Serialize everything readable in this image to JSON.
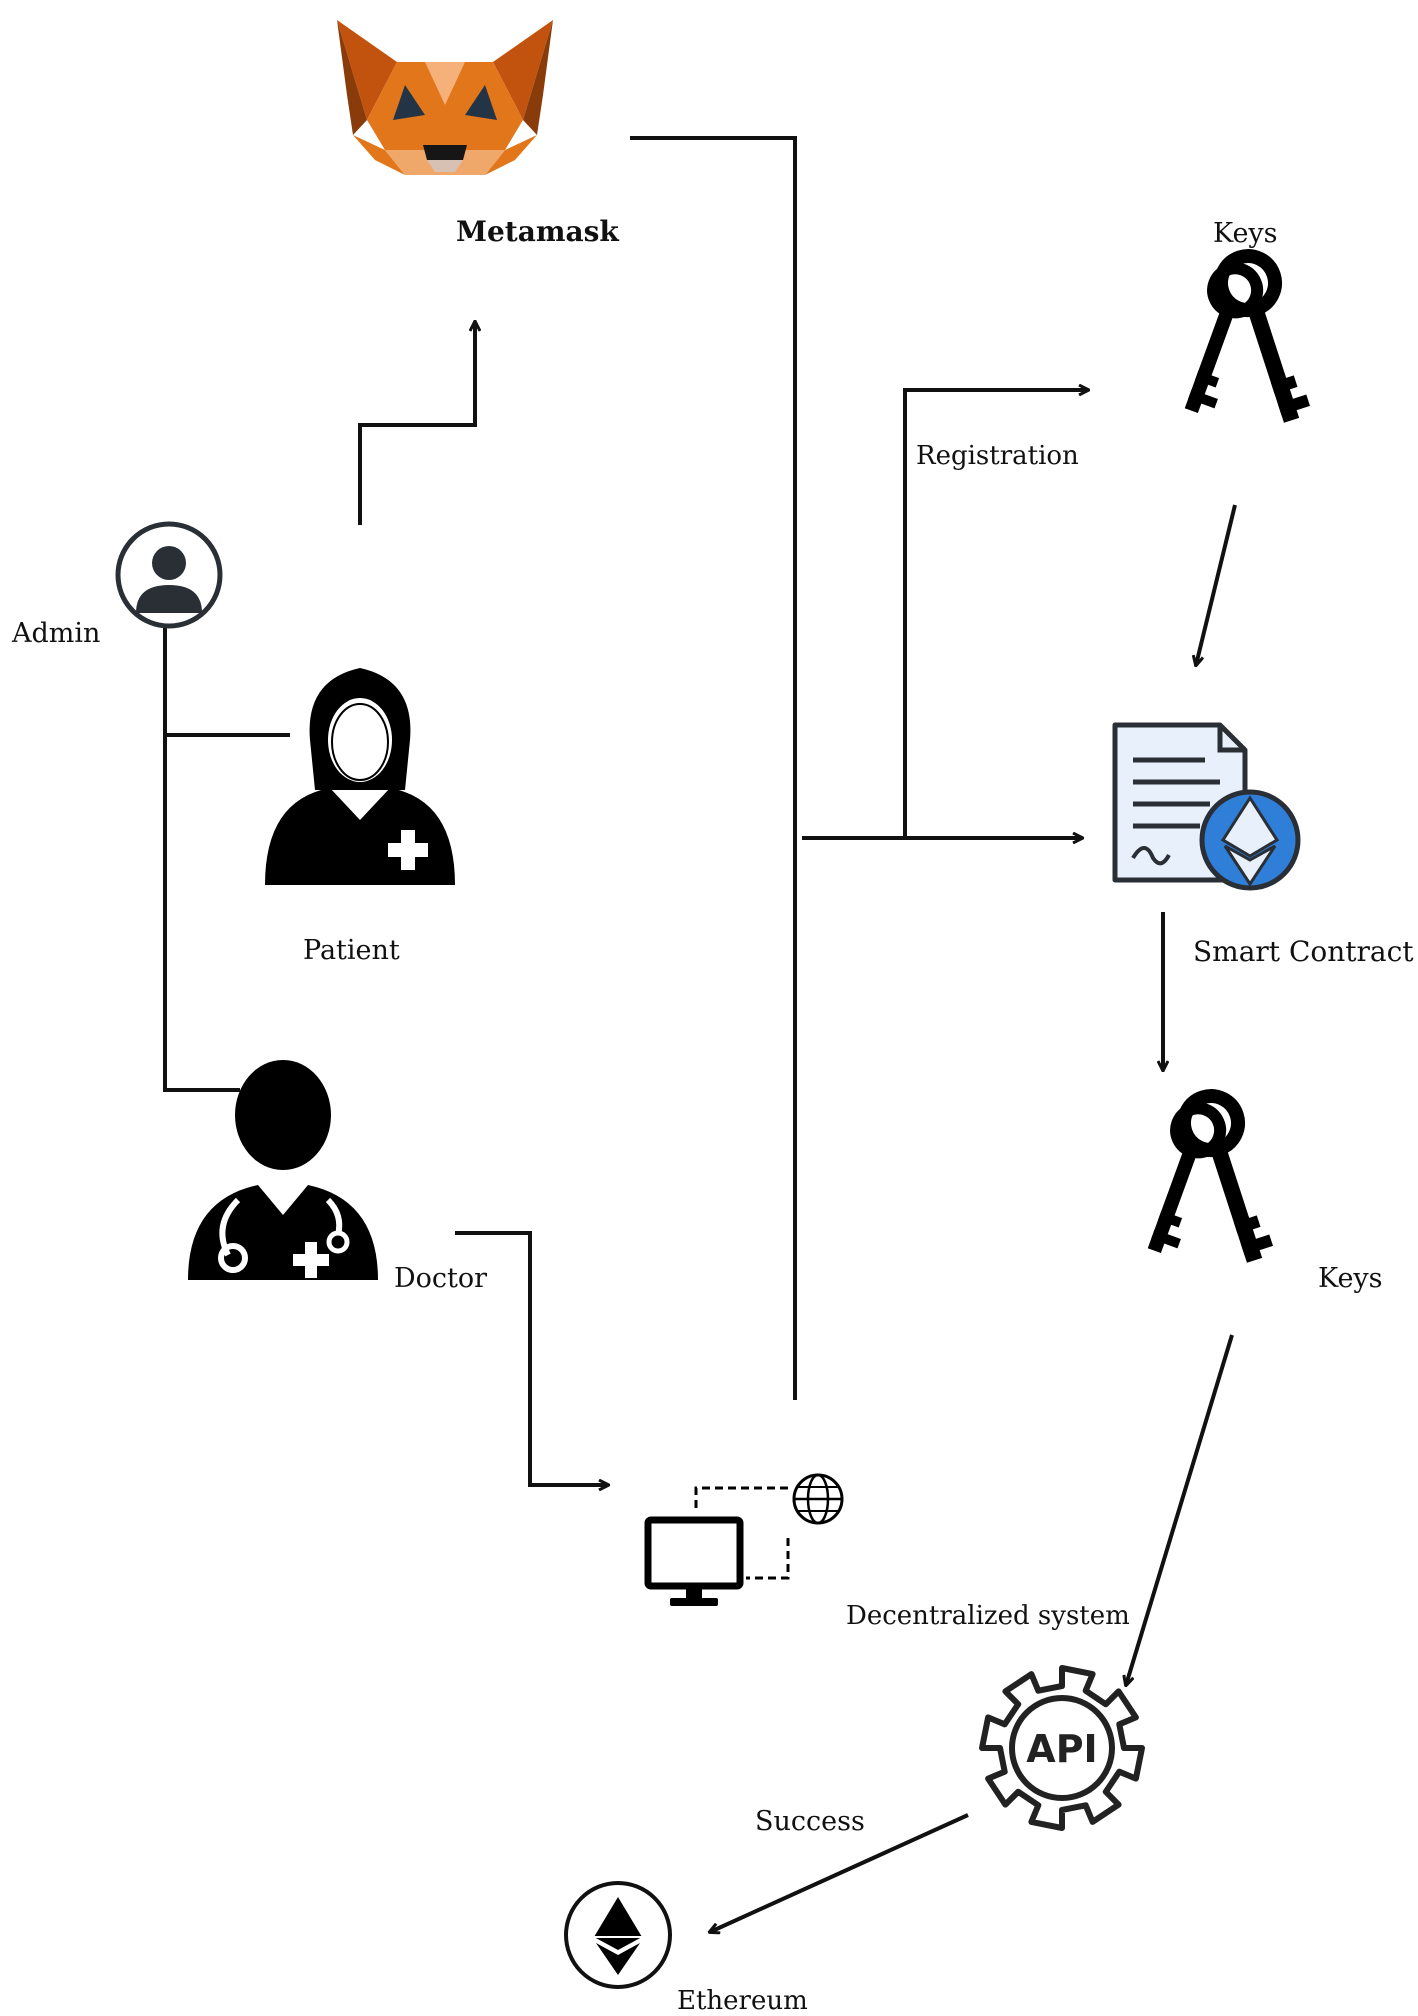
{
  "nodes": {
    "metamask": {
      "label": "Metamask"
    },
    "admin": {
      "label": "Admin"
    },
    "patient": {
      "label": "Patient"
    },
    "doctor": {
      "label": "Doctor"
    },
    "decentralized": {
      "label": "Decentralized system"
    },
    "keys_top": {
      "label": "Keys"
    },
    "smart_contract": {
      "label": "Smart Contract"
    },
    "keys_bottom": {
      "label": "Keys"
    },
    "api": {
      "label": "API"
    },
    "ethereum": {
      "label": "Ethereum"
    }
  },
  "edges": {
    "registration": {
      "label": "Registration"
    },
    "success": {
      "label": "Success"
    }
  },
  "colors": {
    "line": "#111111",
    "fox_dark": "#c2530f",
    "fox_mid": "#e2761b",
    "fox_light": "#f0a86a",
    "contract_paper": "#e8f1fb",
    "contract_eth": "#2f7fd8",
    "icon_dark": "#2a2f36"
  }
}
